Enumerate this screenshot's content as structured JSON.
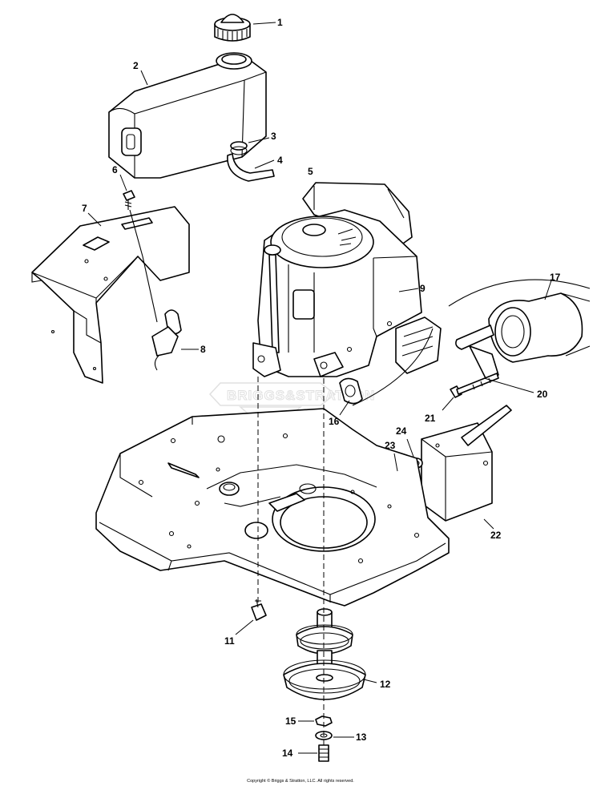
{
  "callouts": [
    "1",
    "2",
    "3",
    "4",
    "5",
    "6",
    "7",
    "8",
    "9",
    "11",
    "12",
    "13",
    "14",
    "15",
    "16",
    "17",
    "20",
    "21",
    "22",
    "23",
    "24"
  ],
  "watermark": "BRIGGS&STRATTON",
  "copyright": "Copyright © Briggs & Stratton, LLC. All rights reserved."
}
